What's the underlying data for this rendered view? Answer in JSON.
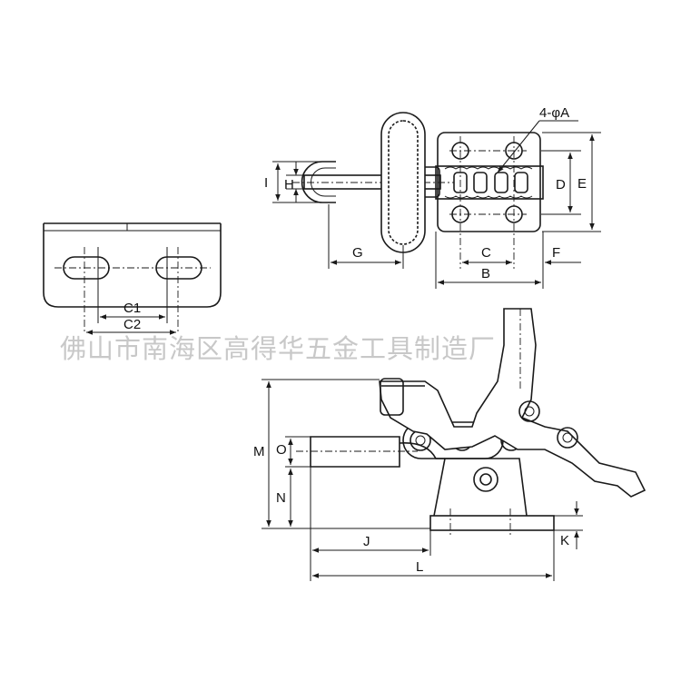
{
  "watermark": "佛山市南海区高得华五金工具制造厂",
  "labels": {
    "hole_spec": "4-φA",
    "I": "I",
    "H": "H",
    "D": "D",
    "E": "E",
    "G": "G",
    "C": "C",
    "F": "F",
    "B": "B",
    "C1": "C1",
    "C2": "C2",
    "M": "M",
    "O": "O",
    "N": "N",
    "J": "J",
    "L": "L",
    "K": "K"
  },
  "colors": {
    "line": "#1a1a1a",
    "watermark": "#c8c8c8"
  }
}
